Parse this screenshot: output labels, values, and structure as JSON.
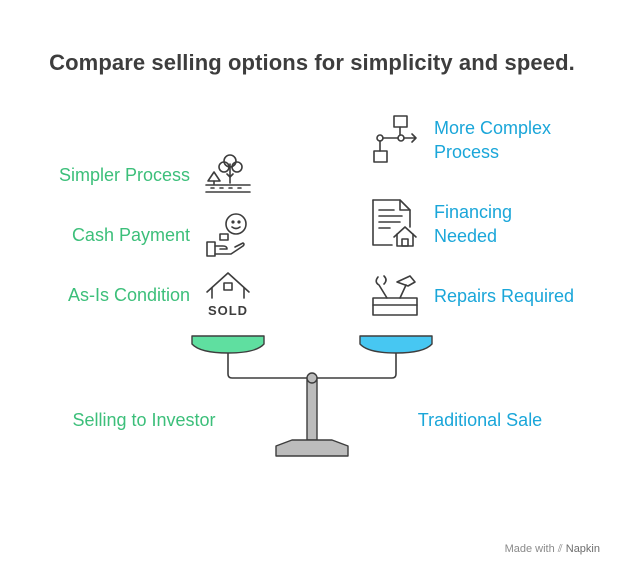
{
  "title": "Compare selling options for simplicity and speed.",
  "left": {
    "heading": "Selling to Investor",
    "items": [
      {
        "label": "Simpler Process",
        "icon": "park-icon"
      },
      {
        "label": "Cash Payment",
        "icon": "cash-payment-icon"
      },
      {
        "label": "As-Is Condition",
        "icon": "sold-house-icon"
      }
    ],
    "color": "#3cbf7a"
  },
  "right": {
    "heading": "Traditional Sale",
    "items": [
      {
        "label_line1": "More Complex",
        "label_line2": "Process",
        "icon": "flowchart-icon"
      },
      {
        "label_line1": "Financing",
        "label_line2": "Needed",
        "icon": "mortgage-document-icon"
      },
      {
        "label": "Repairs Required",
        "icon": "toolbox-icon"
      }
    ],
    "color": "#1aa6d9"
  },
  "footer": {
    "prefix": "Made with",
    "brand": "Napkin"
  }
}
